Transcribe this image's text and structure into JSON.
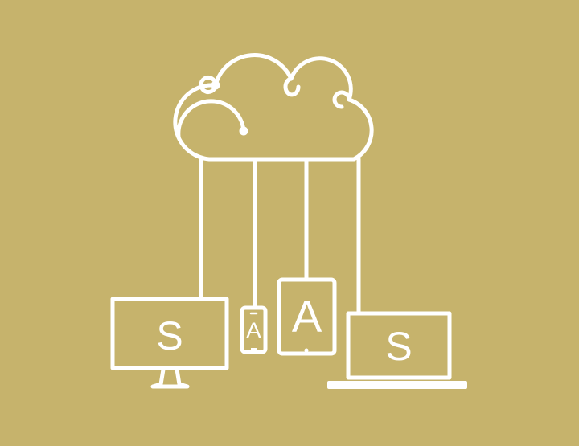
{
  "colors": {
    "background": "#c6b36c",
    "line": "#ffffff"
  },
  "devices": {
    "monitor": {
      "letter": "S"
    },
    "phone": {
      "letter": "A"
    },
    "tablet": {
      "letter": "A"
    },
    "laptop": {
      "letter": "S"
    }
  }
}
